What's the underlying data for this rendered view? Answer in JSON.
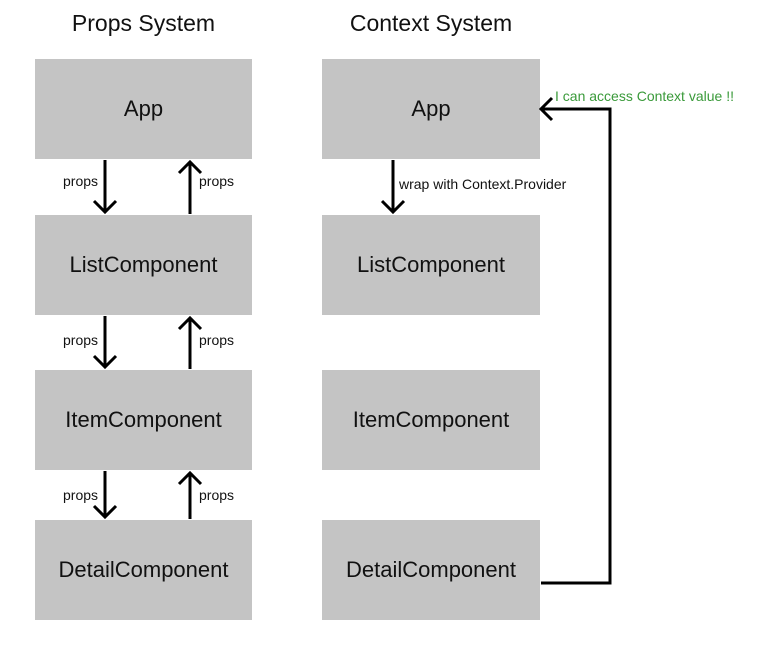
{
  "titles": {
    "props": "Props System",
    "context": "Context System"
  },
  "props_system": {
    "boxes": [
      "App",
      "ListComponent",
      "ItemComponent",
      "DetailComponent"
    ],
    "edge_label": "props"
  },
  "context_system": {
    "boxes": [
      "App",
      "ListComponent",
      "ItemComponent",
      "DetailComponent"
    ],
    "provider_label": "wrap with Context.Provider",
    "access_note": "I can access Context value !!"
  },
  "colors": {
    "box_fill": "#c4c4c4",
    "arrow": "#000000",
    "note": "#3a9a3a"
  }
}
